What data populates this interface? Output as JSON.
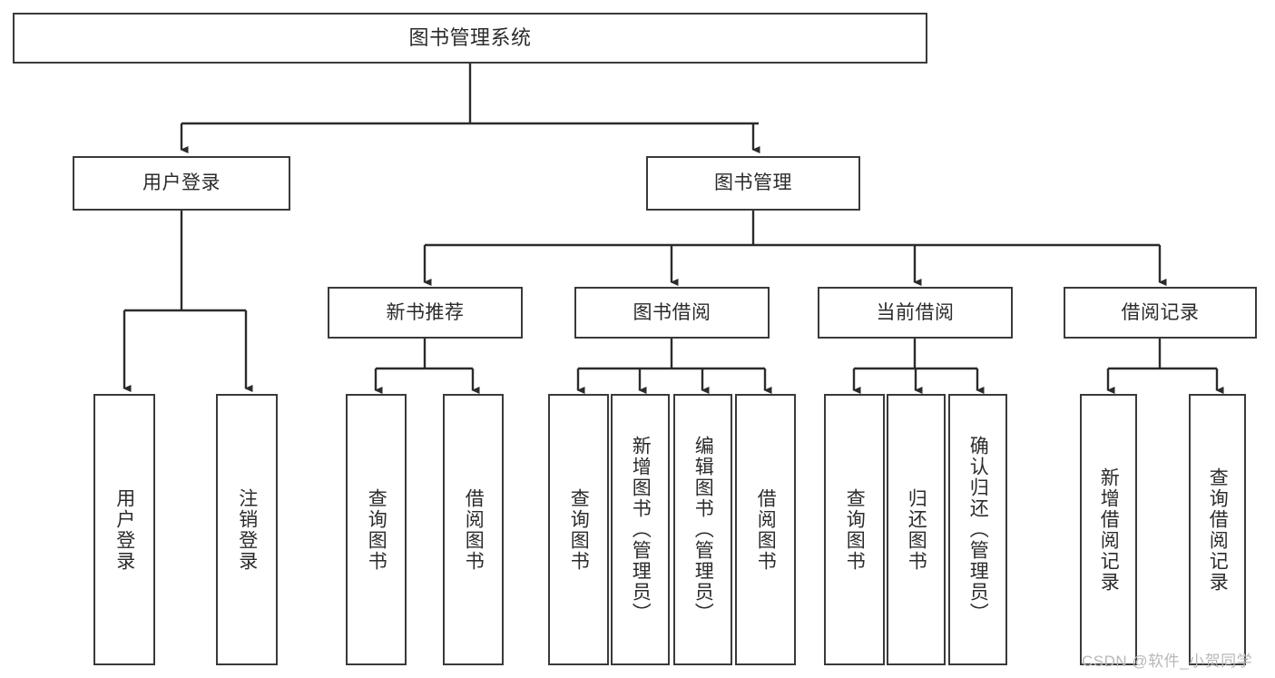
{
  "diagram": {
    "type": "tree-hierarchy-chart",
    "title": "图书管理系统",
    "colors": {
      "box_border": "#3a3a3a",
      "box_fill": "#ffffff",
      "connector": "#2b2b2b",
      "text": "#2b2b2b",
      "watermark": "#b8b8b8"
    },
    "root": {
      "label": "图书管理系统"
    },
    "level2": [
      {
        "id": "user-login",
        "label": "用户登录"
      },
      {
        "id": "book-management",
        "label": "图书管理"
      }
    ],
    "level3": [
      {
        "id": "new-book-recommend",
        "label": "新书推荐"
      },
      {
        "id": "book-borrow",
        "label": "图书借阅"
      },
      {
        "id": "current-borrow",
        "label": "当前借阅"
      },
      {
        "id": "borrow-record",
        "label": "借阅记录"
      }
    ],
    "leaves": {
      "user_login": [
        {
          "id": "leaf-user-login",
          "label": "用户登录"
        },
        {
          "id": "leaf-logout-login",
          "label": "注销登录"
        }
      ],
      "new_book_recommend": [
        {
          "id": "leaf-query-book-1",
          "label": "查询图书"
        },
        {
          "id": "leaf-borrow-book-1",
          "label": "借阅图书"
        }
      ],
      "book_borrow": [
        {
          "id": "leaf-query-book-2",
          "label": "查询图书"
        },
        {
          "id": "leaf-add-book",
          "label": "新增图书（管理员）"
        },
        {
          "id": "leaf-edit-book",
          "label": "编辑图书（管理员）"
        },
        {
          "id": "leaf-borrow-book-2",
          "label": "借阅图书"
        }
      ],
      "current_borrow": [
        {
          "id": "leaf-query-book-3",
          "label": "查询图书"
        },
        {
          "id": "leaf-return-book",
          "label": "归还图书"
        },
        {
          "id": "leaf-confirm-return",
          "label": "确认归还（管理员）"
        }
      ],
      "borrow_record": [
        {
          "id": "leaf-add-record",
          "label": "新增借阅记录"
        },
        {
          "id": "leaf-query-record",
          "label": "查询借阅记录"
        }
      ]
    }
  },
  "watermark": {
    "text": "CSDN @软件_小贺同学"
  }
}
